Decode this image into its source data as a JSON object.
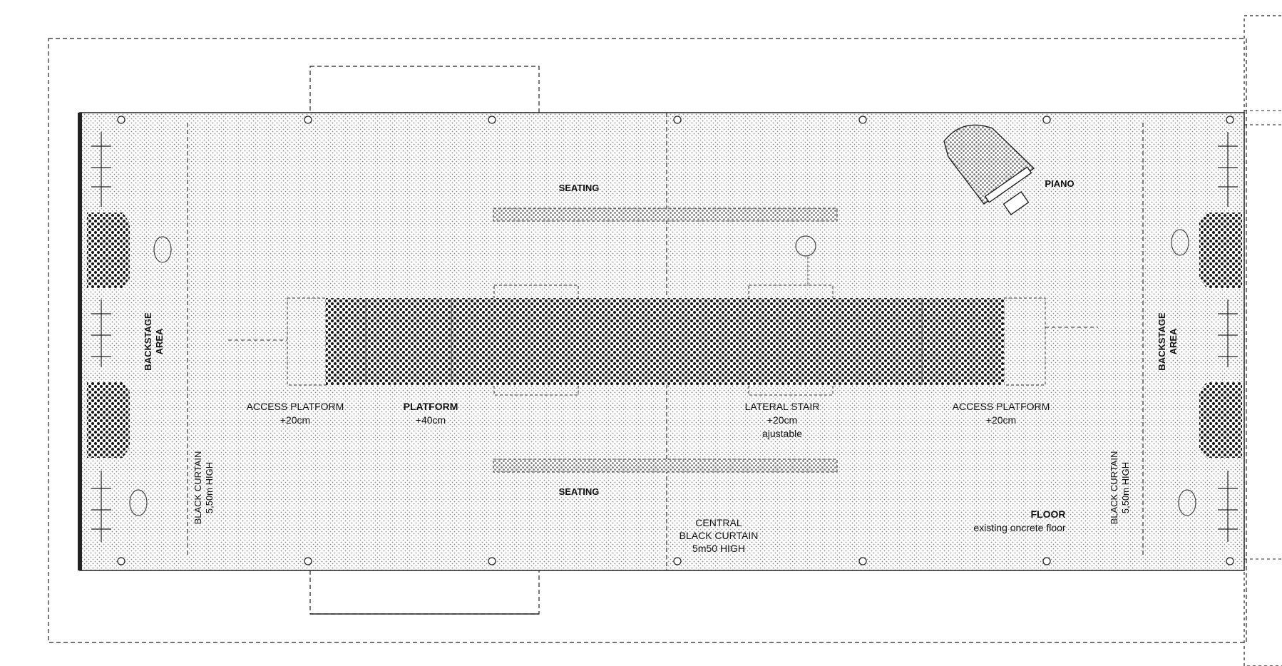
{
  "labels": {
    "seating_top": "SEATING",
    "seating_bottom": "SEATING",
    "piano": "PIANO",
    "backstage_left_1": "BACKSTAGE",
    "backstage_left_2": "AREA",
    "backstage_right_1": "BACKSTAGE",
    "backstage_right_2": "AREA",
    "access_left_1": "ACCESS PLATFORM",
    "access_left_2": "+20cm",
    "platform_1": "PLATFORM",
    "platform_2": "+40cm",
    "lateral_1": "LATERAL STAIR",
    "lateral_2": "+20cm",
    "lateral_3": "ajustable",
    "access_right_1": "ACCESS PLATFORM",
    "access_right_2": "+20cm",
    "curtain_left_1": "BLACK CURTAIN",
    "curtain_left_2": "5,50m HIGH",
    "curtain_right_1": "BLACK CURTAIN",
    "curtain_right_2": "5,50m HIGH",
    "central_1": "CENTRAL",
    "central_2": "BLACK CURTAIN",
    "central_3": "5m50 HIGH",
    "floor_1": "FLOOR",
    "floor_2": "existing oncrete floor"
  },
  "colors": {
    "ink": "#111111",
    "dot": "#8a8a8a",
    "dense": "#1a1a1a"
  }
}
